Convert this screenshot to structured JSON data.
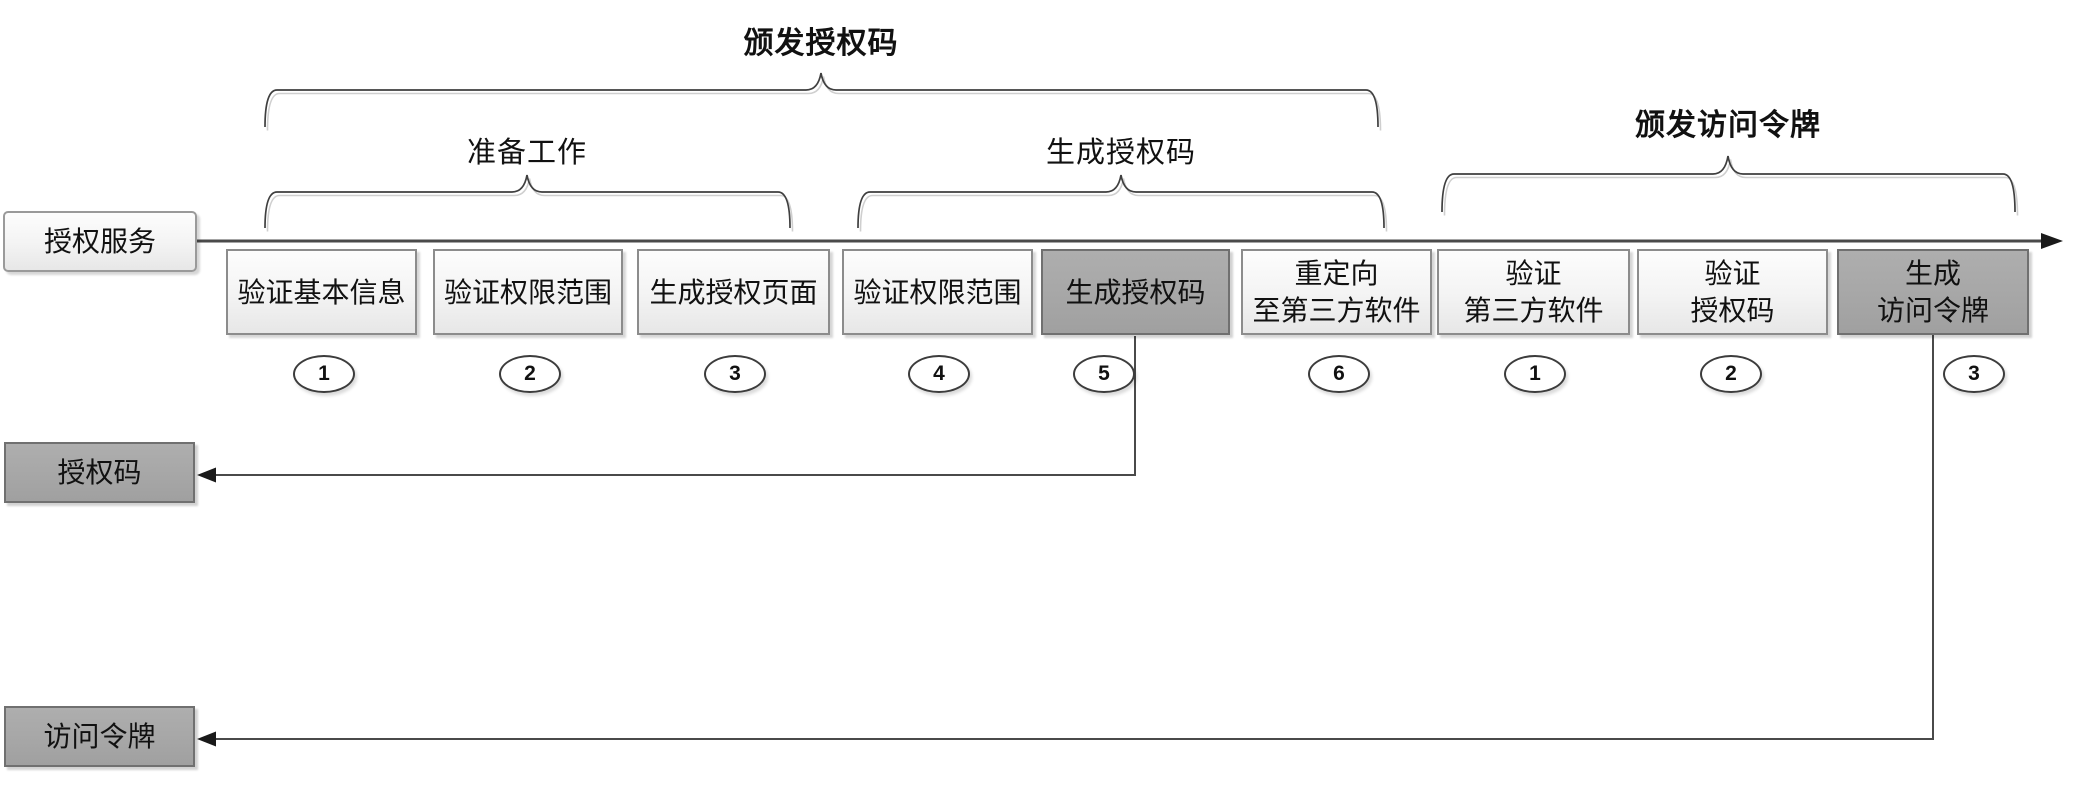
{
  "diagram": {
    "title_phase_issue_auth_code": "颁发授权码",
    "title_phase_issue_access_token": "颁发访问令牌",
    "group_prepare": "准备工作",
    "group_generate_code": "生成授权码",
    "lanes": {
      "service": {
        "label": "授权服务",
        "variant": "light"
      },
      "auth_code": {
        "label": "授权码",
        "variant": "dark"
      },
      "access_token": {
        "label": "访问令牌",
        "variant": "dark"
      }
    },
    "steps": [
      {
        "label": "验证基本信息",
        "num": "1",
        "variant": "light"
      },
      {
        "label": "验证权限范围",
        "num": "2",
        "variant": "light"
      },
      {
        "label": "生成授权页面",
        "num": "3",
        "variant": "light"
      },
      {
        "label": "验证权限范围",
        "num": "4",
        "variant": "light"
      },
      {
        "label": "生成授权码",
        "num": "5",
        "variant": "dark"
      },
      {
        "label": "重定向\n至第三方软件",
        "num": "6",
        "variant": "light"
      },
      {
        "label": "验证\n第三方软件",
        "num": "1",
        "variant": "light"
      },
      {
        "label": "验证\n授权码",
        "num": "2",
        "variant": "light"
      },
      {
        "label": "生成\n访问令牌",
        "num": "3",
        "variant": "dark"
      }
    ],
    "colors": {
      "dark_box_fill": "#a6a6a6",
      "light_box_fill": "#f3f3f3",
      "line": "#3f3f3f",
      "text": "#111111",
      "background": "#ffffff"
    }
  }
}
